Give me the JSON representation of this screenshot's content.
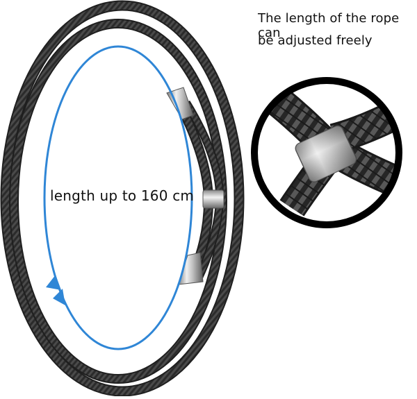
{
  "captions": {
    "adjust_line1": "The length of the rope can",
    "adjust_line2": "be adjusted freely",
    "length": "length up to 160 cm"
  },
  "colors": {
    "rope": "#2e2e2e",
    "rope_weave": "#5a5a5a",
    "arrow": "#2f86d6",
    "metal_light": "#e6e6e6",
    "metal_dark": "#6d6d6d",
    "zoom_ring": "#000000"
  },
  "icons": {
    "main": "rope-loop-illustration",
    "zoom": "zoom-detail-illustration",
    "arrow": "double-arrow-icon"
  }
}
